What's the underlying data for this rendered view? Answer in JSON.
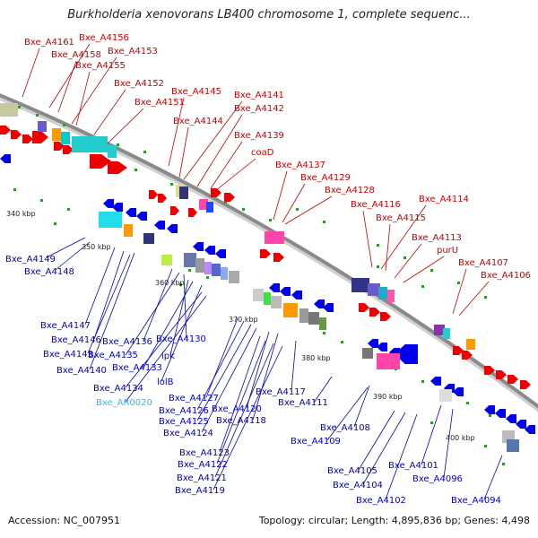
{
  "title": "Burkholderia xenovorans LB400 chromosome 1, complete sequenc...",
  "footer": {
    "accession": "Accession: NC_007951",
    "summary": "Topology: circular; Length: 4,895,836 bp; Genes: 4,498"
  },
  "ticks": [
    "340 kbp",
    "350 kbp",
    "360 kbp",
    "370 kbp",
    "380 kbp",
    "390 kbp",
    "400 kbp"
  ],
  "forward_labels": [
    "Bxe_A4161",
    "Bxe_A4156",
    "Bxe_A4158",
    "Bxe_A4153",
    "Bxe_A4155",
    "Bxe_A4152",
    "Bxe_A4151",
    "Bxe_A4145",
    "Bxe_A4141",
    "Bxe_A4144",
    "Bxe_A4142",
    "Bxe_A4139",
    "coaD",
    "Bxe_A4137",
    "Bxe_A4129",
    "Bxe_A4128",
    "Bxe_A4116",
    "Bxe_A4114",
    "Bxe_A4115",
    "Bxe_A4113",
    "purU",
    "Bxe_A4107",
    "Bxe_A4106"
  ],
  "reverse_labels": [
    "Bxe_A4149",
    "Bxe_A4148",
    "Bxe_A4147",
    "Bxe_A4146",
    "Bxe_A4143",
    "Bxe_A4136",
    "Bxe_A4130",
    "ipk",
    "Bxe_A4140",
    "Bxe_A4135",
    "Bxe_A4133",
    "lolB",
    "Bxe_A4134",
    "Bxe_AR0020",
    "Bxe_A4127",
    "Bxe_A4126",
    "Bxe_A4125",
    "Bxe_A4124",
    "Bxe_A4120",
    "Bxe_A4118",
    "Bxe_A4117",
    "Bxe_A4111",
    "Bxe_A4123",
    "Bxe_A4122",
    "Bxe_A4121",
    "Bxe_A4119",
    "Bxe_A4108",
    "Bxe_A4109",
    "Bxe_A4105",
    "Bxe_A4104",
    "Bxe_A4102",
    "Bxe_A4101",
    "Bxe_A4096",
    "Bxe_A4094"
  ],
  "colors": {
    "forward_label": "#cc0000",
    "reverse_label": "#0000cc",
    "rna_label": "#33bbee",
    "backbone": "#8a8a8a",
    "tick_dot": "#22a022",
    "forward_arrow": "#ee0000",
    "reverse_arrow": "#0000ee"
  }
}
